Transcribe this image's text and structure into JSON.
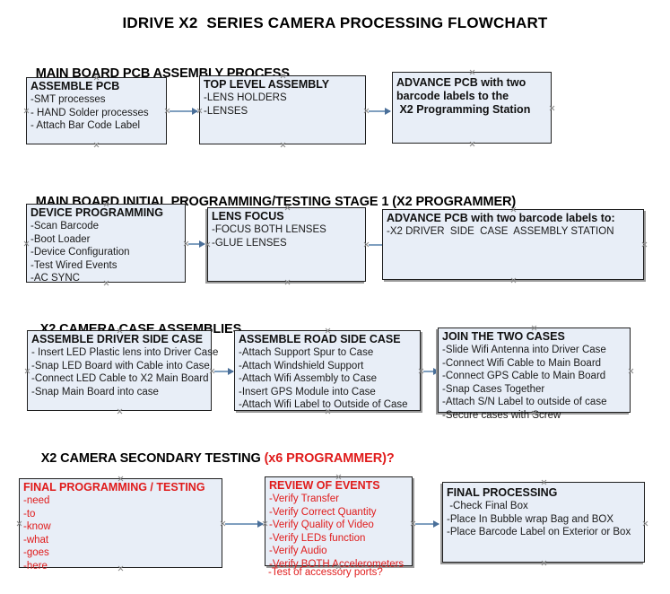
{
  "document": {
    "title": "IDRIVE X2  SERIES CAMERA PROCESSING FLOWCHART"
  },
  "colors": {
    "box_fill": "#e8eef7",
    "box_border": "#1f1f1f",
    "arrow": "#7f9fbf",
    "accent_red": "#e01b1b",
    "text": "#101010"
  },
  "sections": [
    {
      "id": "main-board-pcb-assembly",
      "heading": "MAIN BOARD PCB ASSEMBLY PROCESS",
      "heading_accent": "",
      "boxes": [
        {
          "id": "assemble-pcb",
          "heading": "ASSEMBLE PCB",
          "lines": [
            "-SMT processes",
            "- HAND Solder processes",
            "- Attach Bar Code Label"
          ]
        },
        {
          "id": "top-level-assembly",
          "heading": "TOP LEVEL ASSEMBLY",
          "lines": [
            "-LENS HOLDERS",
            "-LENSES"
          ]
        },
        {
          "id": "advance-pcb-programming-station",
          "heading": "ADVANCE PCB with two",
          "lines": [
            "barcode labels to the",
            " X2 Programming Station"
          ]
        }
      ]
    },
    {
      "id": "main-board-initial-programming",
      "heading": "MAIN BOARD INITIAL PROGRAMMING/TESTING STAGE 1 (X2 PROGRAMMER)",
      "heading_accent": "",
      "boxes": [
        {
          "id": "device-programming",
          "heading": "DEVICE PROGRAMMING",
          "lines": [
            "-Scan Barcode",
            "-Boot Loader",
            "-Device Configuration",
            "-Test Wired Events",
            "-AC SYNC"
          ]
        },
        {
          "id": "lens-focus",
          "heading": "LENS FOCUS",
          "lines": [
            "-FOCUS BOTH LENSES",
            "-GLUE LENSES"
          ]
        },
        {
          "id": "advance-pcb-driver-side-case",
          "heading": "ADVANCE PCB with two barcode labels to:",
          "lines": [
            "-X2 DRIVER  SIDE  CASE  ASSEMBLY STATION"
          ]
        }
      ]
    },
    {
      "id": "x2-camera-case-assemblies",
      "heading": "X2 CAMERA CASE ASSEMBLIES",
      "heading_accent": "",
      "boxes": [
        {
          "id": "assemble-driver-side-case",
          "heading": "ASSEMBLE DRIVER SIDE CASE",
          "lines": [
            "- Insert LED Plastic lens into Driver Case",
            "-Snap LED Board with Cable into Case",
            "-Connect LED Cable to X2 Main Board",
            "-Snap Main Board into case"
          ]
        },
        {
          "id": "assemble-road-side-case",
          "heading": "ASSEMBLE ROAD SIDE CASE",
          "lines": [
            "-Attach Support Spur to Case",
            "-Attach Windshield Support",
            "-Attach Wifi Assembly to Case",
            "-Insert GPS Module into Case",
            "-Attach Wifi Label to Outside of Case"
          ]
        },
        {
          "id": "join-the-two-cases",
          "heading": "JOIN THE TWO CASES",
          "lines": [
            "-Slide Wifi Antenna into Driver Case",
            "-Connect Wifi Cable to Main Board",
            "-Connect GPS Cable to Main Board",
            "-Snap Cases Together",
            "-Attach S/N Label to outside of case",
            "-Secure cases with Screw"
          ]
        }
      ]
    },
    {
      "id": "x2-camera-secondary-testing",
      "heading": "X2 CAMERA SECONDARY TESTING ",
      "heading_accent": "(x6 PROGRAMMER)?",
      "boxes": [
        {
          "id": "final-programming-testing",
          "heading": "FINAL PROGRAMMING / TESTING",
          "lines": [
            "-need",
            "-to",
            "-know",
            "-what",
            "-goes",
            "-here"
          ]
        },
        {
          "id": "review-of-events",
          "heading": "REVIEW OF EVENTS",
          "lines": [
            "-Verify Transfer",
            "-Verify Correct Quantity",
            "-Verify Quality of Video",
            "-Verify LEDs function",
            "-Verify Audio",
            "-Verify BOTH Accelerometers"
          ],
          "overflow_line": "-Test of accessory ports?"
        },
        {
          "id": "final-processing",
          "heading": "FINAL PROCESSING",
          "lines": [
            " -Check Final Box",
            "-Place In Bubble wrap Bag and BOX",
            "-Place Barcode Label on Exterior or Box"
          ]
        }
      ]
    }
  ]
}
